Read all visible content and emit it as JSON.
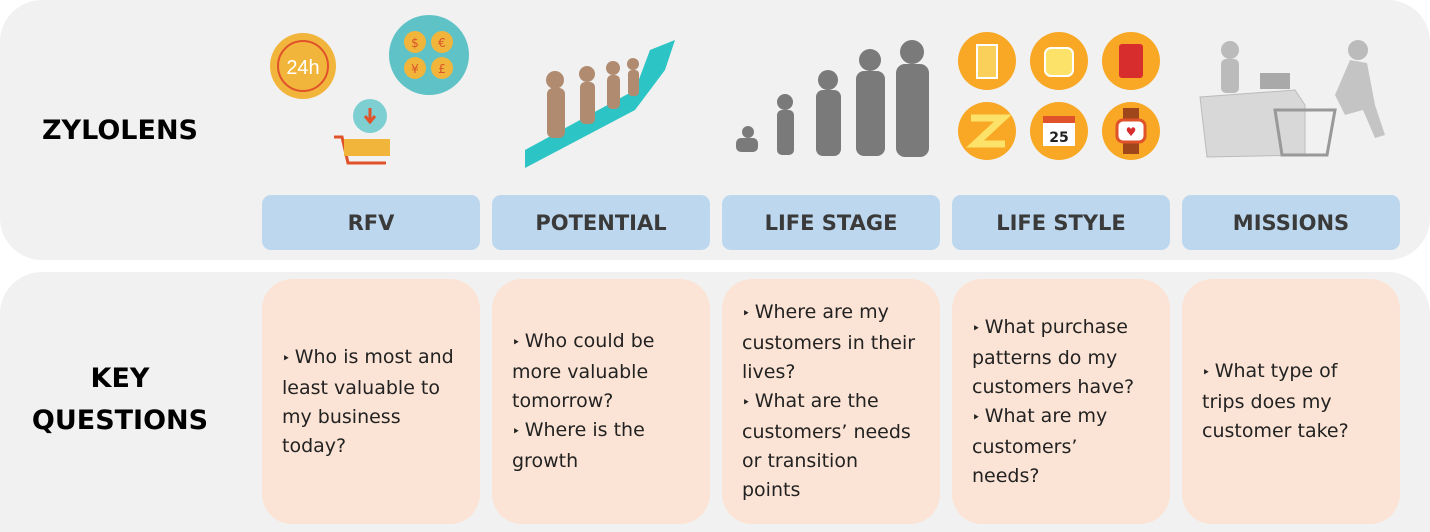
{
  "rows": {
    "lens": "ZYLOLENS",
    "questions_line1": "KEY",
    "questions_line2": "QUESTIONS"
  },
  "columns": [
    {
      "label": "RFV",
      "icon": "rfv-icons",
      "questions": [
        "Who is most and least valuable to my business today?"
      ]
    },
    {
      "label": "POTENTIAL",
      "icon": "tug-of-war-arrow",
      "questions": [
        "Who could be more valuable tomorrow?",
        "Where is the growth"
      ]
    },
    {
      "label": "LIFE STAGE",
      "icon": "human-growth-silhouettes",
      "questions": [
        "Where are my customers in their lives?",
        "What are the customers’ needs or transition points"
      ]
    },
    {
      "label": "LIFE STYLE",
      "icon": "lifestyle-icons",
      "questions": [
        "What purchase patterns do my customers have?",
        "What are my customers’ needs?"
      ]
    },
    {
      "label": "MISSIONS",
      "icon": "checkout-shopper",
      "questions": [
        "What type of trips does my customer take?"
      ]
    }
  ],
  "icon_text": {
    "clock": "24h",
    "calendar": "25",
    "coins": [
      "$",
      "€",
      "¥",
      "£"
    ]
  },
  "colors": {
    "panel": "#f1f1f1",
    "label_box": "#bdd7ee",
    "question_box": "#fbe4d5",
    "icon_orange": "#f9a825"
  }
}
